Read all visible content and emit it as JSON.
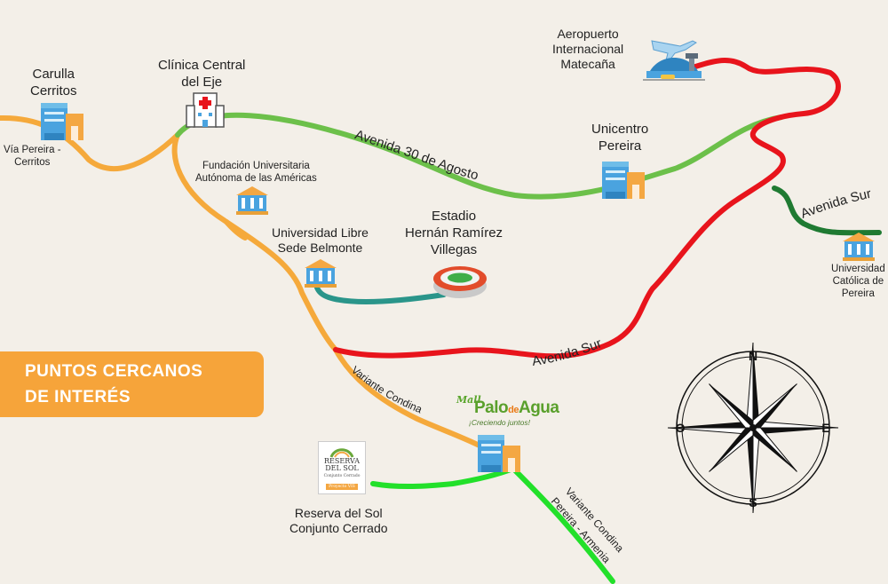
{
  "colors": {
    "background": "#f3efe8",
    "orange": "#f5a93b",
    "green_light": "#6cc04a",
    "red": "#e8141c",
    "teal": "#2a958a",
    "dark_green": "#1f7a32",
    "bright_green": "#22e02a",
    "banner": "#f6a43a"
  },
  "banner": {
    "line1": "PUNTOS CERCANOS",
    "line2": "DE INTERÉS"
  },
  "places": {
    "carulla": {
      "line1": "Carulla",
      "line2": "Cerritos",
      "icon": "building-icon"
    },
    "via_pereira": {
      "line1": "Vía Pereira -",
      "line2": "Cerritos"
    },
    "clinica": {
      "line1": "Clínica Central",
      "line2": "del Eje",
      "icon": "hospital-icon"
    },
    "fundacion": {
      "line1": "Fundación Universitaria",
      "line2": "Autónoma de las Américas",
      "icon": "university-icon"
    },
    "libre": {
      "line1": "Universidad Libre",
      "line2": "Sede Belmonte",
      "icon": "university-icon"
    },
    "estadio": {
      "line1": "Estadio",
      "line2": "Hernán Ramírez",
      "line3": "Villegas",
      "icon": "stadium-icon"
    },
    "aeropuerto": {
      "line1": "Aeropuerto",
      "line2": "Internacional",
      "line3": "Matecaña",
      "icon": "airport-icon"
    },
    "unicentro": {
      "line1": "Unicentro",
      "line2": "Pereira",
      "icon": "building-icon"
    },
    "catolica": {
      "line1": "Universidad",
      "line2": "Católica de",
      "line3": "Pereira",
      "icon": "university-icon"
    },
    "reserva": {
      "line1": "Reserva del Sol",
      "line2": "Conjunto Cerrado",
      "logo_line1": "RESERVA",
      "logo_line2": "DEL SOL",
      "logo_line3": "Conjunto Cerrado",
      "logo_badge": "Proyecto VIS"
    },
    "palo_de_agua": {
      "brand_small": "Mall",
      "brand_main": "Palo",
      "brand_de": "de",
      "brand_agua": "Agua",
      "tagline": "¡Creciendo juntos!",
      "icon": "building-icon"
    }
  },
  "roads": {
    "av30": "Avenida 30 de Agosto",
    "avsur_red": "Avenida Sur",
    "avsur_green": "Avenida Sur",
    "condina": "Variante Condina",
    "condina_armenia_1": "Variante Condina",
    "condina_armenia_2": "Pereira - Armenia"
  },
  "compass": {
    "n": "N",
    "s": "S",
    "e": "E",
    "w": "O"
  }
}
